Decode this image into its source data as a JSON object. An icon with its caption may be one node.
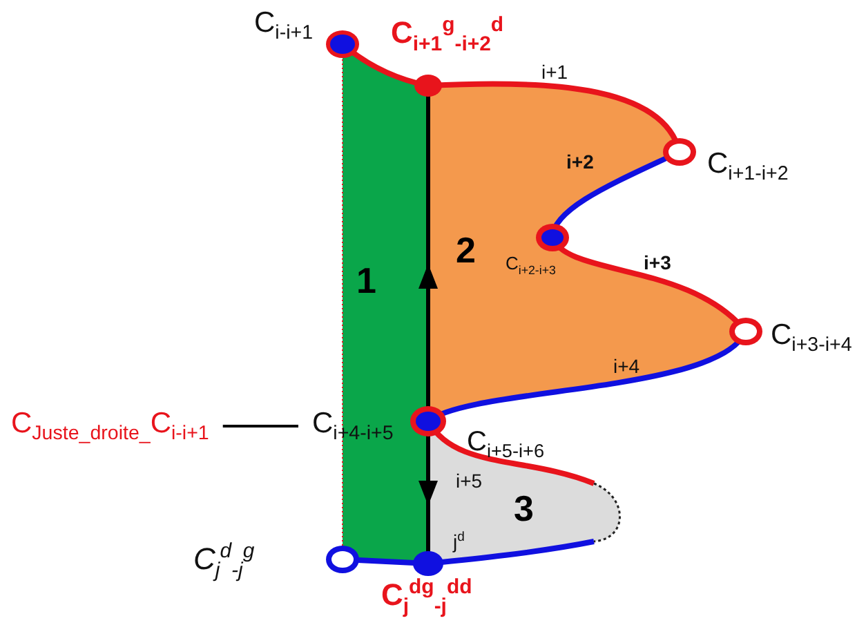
{
  "diagram": {
    "nodes": [
      {
        "text": [
          "1"
        ]
      },
      {
        "text": [
          "2"
        ]
      },
      {
        "text": [
          "3"
        ]
      },
      {
        "text": [
          "C$_{Juste_droite_}$C$_{i-i+1}$"
        ]
      },
      {
        "text": [
          "C$_{i+4-i+5}$"
        ]
      }
    ],
    "edges": [
      {
        "from": 3,
        "to": 4,
        "arrow": "none"
      }
    ],
    "labels": [
      "C$_{i-i+1}$",
      "C$_{i+1}$$^{g}$$_{-i+2}$$^{d}$",
      "i+1",
      "i+2",
      "C$_{i+1-i+2}$",
      "C$_{i+2-i+3}$",
      "i+3",
      "C$_{i+3-i+4}$",
      "i+4",
      "C$_{i+5-i+6}$",
      "i+5",
      "j$^{d}$",
      "C$_{j}$$^{d}$$_{-j}$$^{g}$",
      "C$_{j}$$^{dg}$$_{-j}$$^{dd}$"
    ]
  }
}
